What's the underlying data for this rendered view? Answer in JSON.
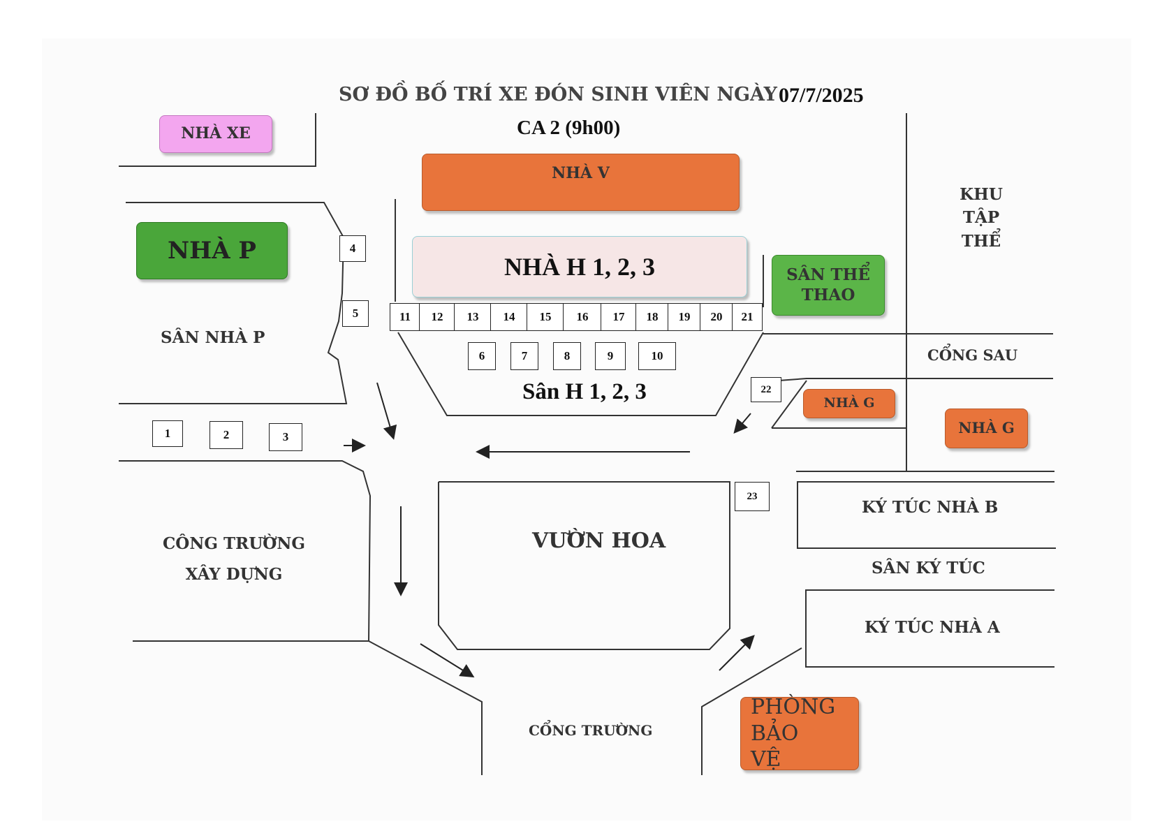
{
  "title": "SƠ ĐỒ BỐ TRÍ XE ĐÓN SINH VIÊN NGÀY",
  "date": "07/7/2025",
  "shift": "CA 2 (9h00)",
  "buildings": {
    "nha_xe": "NHÀ XE",
    "nha_v": "NHÀ V",
    "nha_p": "NHÀ P",
    "nha_h": "NHÀ H 1, 2, 3",
    "san_the_thao": "SÂN THỂ THAO",
    "nha_g_1": "NHÀ G",
    "nha_g_2": "NHÀ G",
    "phong_bao_ve": "PHÒNG BẢO VỆ"
  },
  "areas": {
    "khu_tap_the": "KHU TẬP THỂ",
    "san_nha_p": "SÂN NHÀ P",
    "san_h": "Sân H 1, 2, 3",
    "cong_sau": "CỔNG SAU",
    "cong_truong_xay_dung": "CÔNG TRƯỜNG XÂY DỰNG",
    "vuon_hoa": "VƯỜN HOA",
    "ky_tuc_nha_b": "KÝ TÚC NHÀ B",
    "san_ky_tuc": "SÂN KÝ TÚC",
    "ky_tuc_nha_a": "KÝ TÚC NHÀ A",
    "cong_truong": "CỔNG TRƯỜNG"
  },
  "bus_slots": [
    "1",
    "2",
    "3",
    "4",
    "5",
    "6",
    "7",
    "8",
    "9",
    "10",
    "11",
    "12",
    "13",
    "14",
    "15",
    "16",
    "17",
    "18",
    "19",
    "20",
    "21",
    "22",
    "23"
  ],
  "colors": {
    "orange": "#e8743b",
    "green": "#4aa63a",
    "pink": "#f3a6ef",
    "light_pink": "#f6e6e6"
  }
}
